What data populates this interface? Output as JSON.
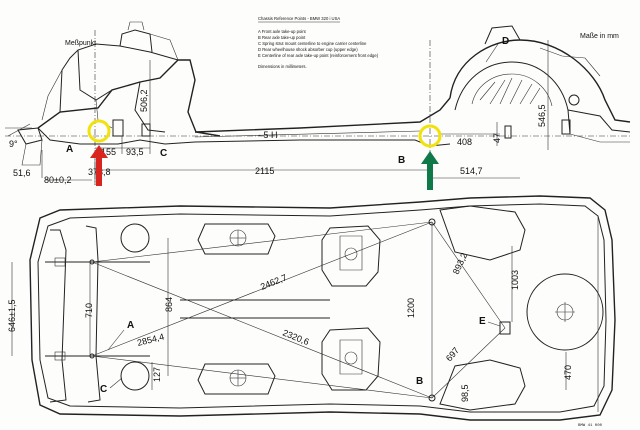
{
  "legend": {
    "title": "Chassis Reference Points  -  BMW 320 i USA",
    "items": [
      "A  Front axle take-up point",
      "B  Rear axle take-up point",
      "C  Spring strut mount centerline to engine carrier centerline",
      "D  Rear wheelhouse shock absorber cup (upper edge)",
      "E  Centerline of rear axle take-up point (reinforcement front edge)"
    ],
    "note": "Dimensions in millimeters."
  },
  "header": {
    "units": "Maße in mm",
    "messpunkt": "Meßpunkt"
  },
  "side_view": {
    "points": {
      "a": "A",
      "b": "B",
      "c": "C",
      "d": "D"
    },
    "dims": {
      "angle": "9°",
      "d_51_6": "51,6",
      "d_80": "80±0,2",
      "d_373_8": "373,8",
      "d_155": "155",
      "d_93_5": "93,5",
      "d_506_2": "506,2",
      "d_5h": "- 5 H",
      "d_2115": "2115",
      "d_408": "408",
      "d_47": "47",
      "d_546_5": "546,5",
      "d_514_7": "514,7"
    }
  },
  "plan_view": {
    "points": {
      "a": "A",
      "b": "B",
      "c": "C",
      "e": "E"
    },
    "dims": {
      "d_646": "646±1,5",
      "d_710": "710",
      "d_864": "864",
      "d_2854": "2854,4",
      "d_2462": "2462,7",
      "d_2320": "2320,6",
      "d_127": "127",
      "d_1200": "1200",
      "d_893": "893,2",
      "d_1003": "1003",
      "d_697": "697",
      "d_98": "98,5",
      "d_470": "470"
    },
    "drawing_no": "BMW 41 000"
  },
  "markers": {
    "red_arrow_color": "#d8251f",
    "green_arrow_color": "#0f7a47",
    "circle_color": "#f2e20b"
  }
}
